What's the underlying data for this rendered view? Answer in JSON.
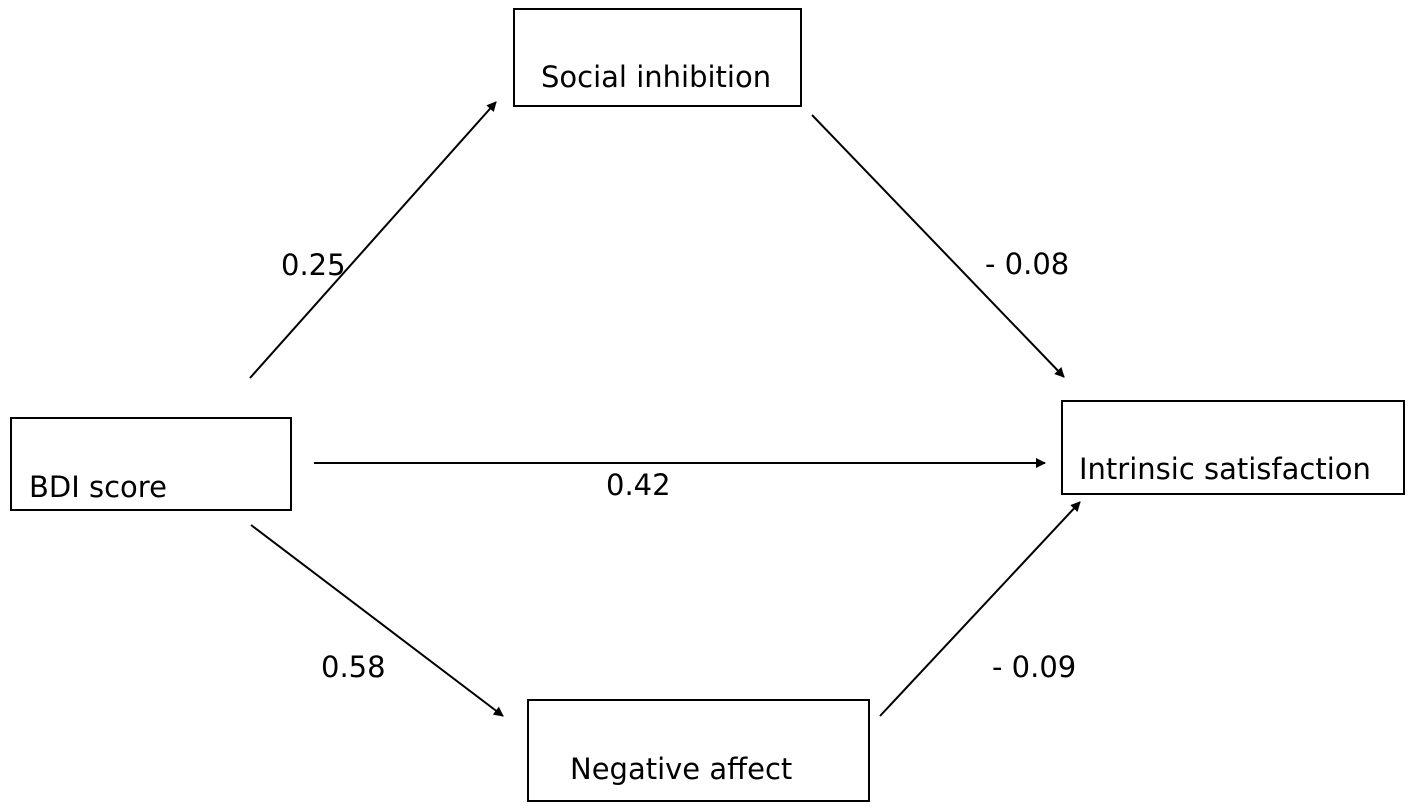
{
  "nodes": {
    "social_inhibition": "Social inhibition",
    "bdi_score": "BDI score",
    "intrinsic_satisfaction": "Intrinsic satisfaction",
    "negative_affect": "Negative affect"
  },
  "edges": [
    {
      "from": "BDI score",
      "to": "Social inhibition",
      "coefficient": "0.25"
    },
    {
      "from": "Social inhibition",
      "to": "Intrinsic satisfaction",
      "coefficient": "- 0.08"
    },
    {
      "from": "BDI score",
      "to": "Intrinsic satisfaction",
      "coefficient": "0.42"
    },
    {
      "from": "BDI score",
      "to": "Negative affect",
      "coefficient": "0.58"
    },
    {
      "from": "Negative affect",
      "to": "Intrinsic satisfaction",
      "coefficient": "- 0.09"
    }
  ]
}
